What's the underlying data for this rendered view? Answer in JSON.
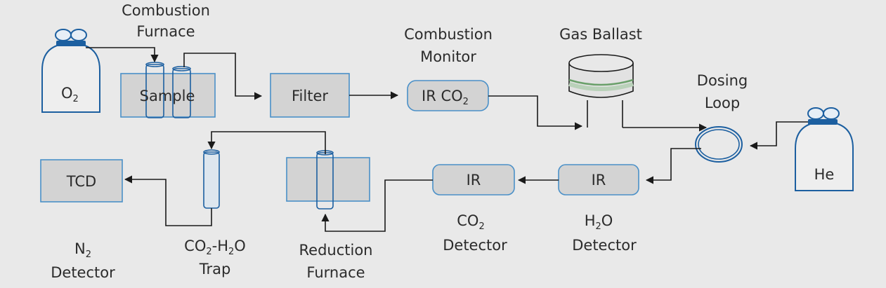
{
  "labels": {
    "combustion_furnace_1": "Combustion",
    "combustion_furnace_2": "Furnace",
    "sample": "Sample",
    "filter": "Filter",
    "combustion_monitor_1": "Combustion",
    "combustion_monitor_2": "Monitor",
    "ir_co2_prefix": "IR CO",
    "ir_co2_sub": "2",
    "gas_ballast": "Gas Ballast",
    "dosing_loop_1": "Dosing",
    "dosing_loop_2": "Loop",
    "o2_main": "O",
    "o2_sub": "2",
    "he": "He",
    "tcd": "TCD",
    "ir_left": "IR",
    "ir_right": "IR",
    "co2_detector_1_main": "CO",
    "co2_detector_1_sub": "2",
    "co2_detector_2": "Detector",
    "h2o_detector_1_a": "H",
    "h2o_detector_1_sub": "2",
    "h2o_detector_1_b": "O",
    "h2o_detector_2": "Detector",
    "n2_detector_1_main": "N",
    "n2_detector_1_sub": "2",
    "n2_detector_2": "Detector",
    "trap_1_a": "CO",
    "trap_1_sub1": "2",
    "trap_1_b": "-H",
    "trap_1_sub2": "2",
    "trap_1_c": "O",
    "trap_2": "Trap",
    "reduction_furnace_1": "Reduction",
    "reduction_furnace_2": "Furnace"
  },
  "colors": {
    "background": "#e9e9e9",
    "box_fill": "#d3d3d3",
    "outline_blue": "#4a90c8",
    "dark_blue": "#1c5fa0",
    "line": "#1a1a1a"
  },
  "icons": {
    "o2_cylinder": "gas-cylinder-icon",
    "he_cylinder": "gas-cylinder-icon",
    "dosing_loop": "coil-loop-icon",
    "gas_ballast": "ballast-tank-icon"
  }
}
